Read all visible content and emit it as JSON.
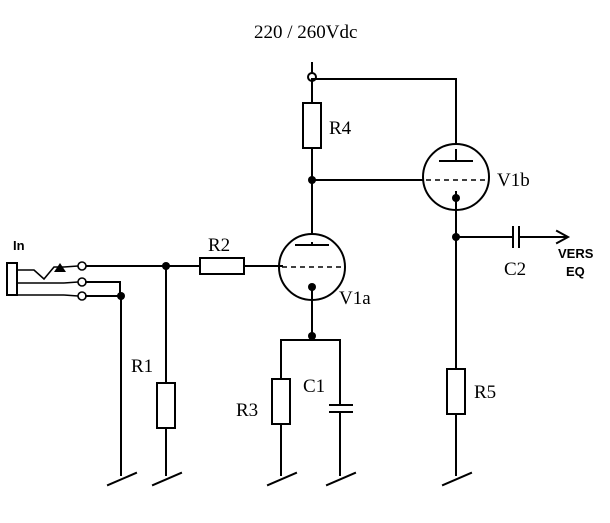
{
  "supply_label": "220 / 260Vdc",
  "input_label": "In",
  "output_label": [
    "VERS",
    "EQ"
  ],
  "components": {
    "R1": "R1",
    "R2": "R2",
    "R3": "R3",
    "R4": "R4",
    "R5": "R5",
    "C1": "C1",
    "C2": "C2",
    "V1a": "V1a",
    "V1b": "V1b"
  }
}
